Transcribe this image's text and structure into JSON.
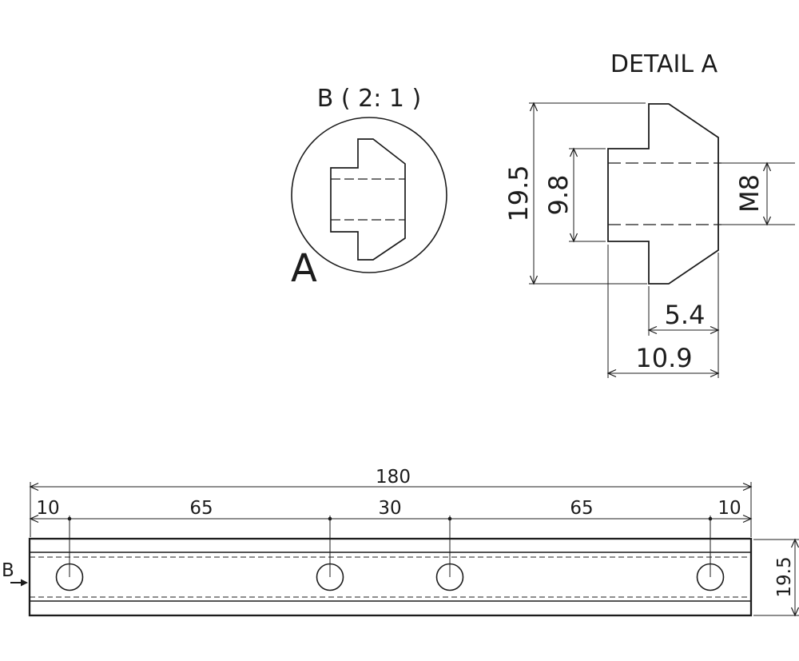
{
  "colors": {
    "line": "#1c1c1c",
    "background": "#ffffff"
  },
  "section_b": {
    "title": "B ( 2: 1 )",
    "label": "A"
  },
  "detail_a": {
    "title": "DETAIL A",
    "dim_height": "19.5",
    "dim_slot_height": "9.8",
    "dim_thread": "M8",
    "dim_step_width": "5.4",
    "dim_width": "10.9"
  },
  "side_view": {
    "view_label": "B",
    "dim_total_length": "180",
    "dim_chain": [
      "10",
      "65",
      "30",
      "65",
      "10"
    ],
    "dim_height": "19.5"
  }
}
